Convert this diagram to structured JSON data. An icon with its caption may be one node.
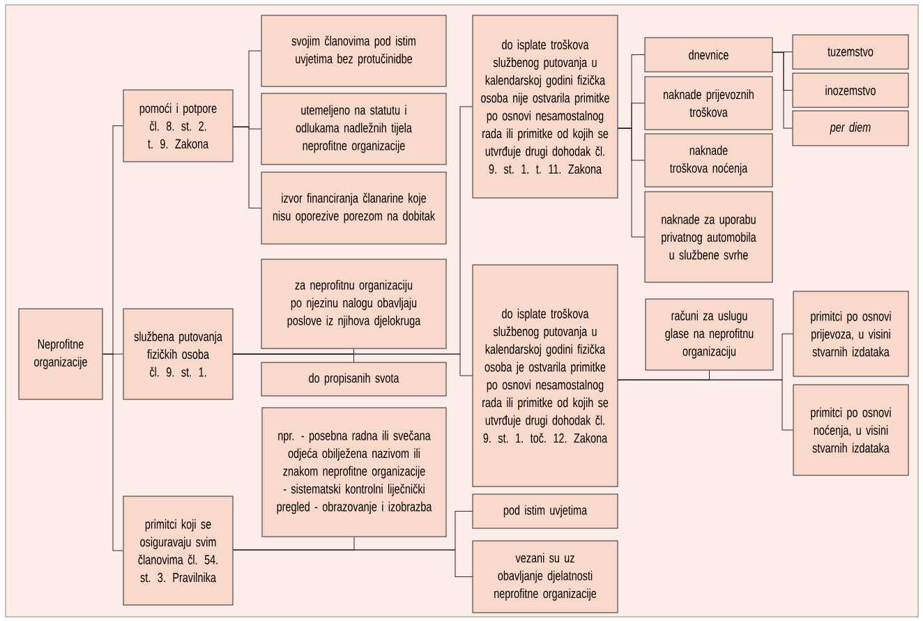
{
  "diagram": {
    "nodes": [
      {
        "text": [
          "Neprofitne organizacije"
        ]
      },
      {
        "text": [
          "pomoći i potpore čl. 8. st. 2. t. 9. Zakona"
        ]
      },
      {
        "text": [
          "službena putovanja fizičkih osoba čl. 9. st. 1."
        ]
      },
      {
        "text": [
          "primitci koji se osiguravaju svim članovima čl. 54. st. 3. Pravilnika"
        ]
      },
      {
        "text": [
          "svojim članovima pod istim uvjetima bez protučinidbe"
        ]
      },
      {
        "text": [
          "utemeljeno na statutu i odlukama nadležnih tijela neprofitne organizacije"
        ]
      },
      {
        "text": [
          "izvor financiranja članarine koje nisu oporezive porezom na dobitak"
        ]
      },
      {
        "text": [
          "za neprofitnu organizaciju po njezinu nalogu obavljaju poslove iz njihova djelokruga"
        ]
      },
      {
        "text": [
          "do propisanih svota"
        ]
      },
      {
        "text": [
          "npr. - posebna radna ili svečana odjeća obilježena nazivom ili znakom neprofitne organizacije - sistematski kontrolni liječnički pregled - obrazovanje i izobrazba"
        ]
      },
      {
        "text": [
          "do isplate troškova službenog putovanja u kalendarskoj godini fizička osoba nije ostvarila primitke po osnovi nesamostalnog rada ili primitke od kojih se utvrđuje drugi dohodak čl. 9. st. 1. t. 11. Zakona"
        ]
      },
      {
        "text": [
          "do isplate troškova službenog putovanja u kalendarskoj godini fizička osoba je ostvarila primitke po osnovi nesamostalnog rada ili primitke od kojih se utvrđuje drugi dohodak čl. 9. st. 1. toč. 12. Zakona"
        ]
      },
      {
        "text": [
          "pod istim uvjetima"
        ]
      },
      {
        "text": [
          "vezani su uz obavljanje djelatnosti neprofitne organizacije"
        ]
      },
      {
        "text": [
          "dnevnice"
        ]
      },
      {
        "text": [
          "naknade prijevoznih troškova"
        ]
      },
      {
        "text": [
          "naknade troškova noćenja"
        ]
      },
      {
        "text": [
          "naknade za uporabu privatnog automobila u službene svrhe"
        ]
      },
      {
        "text": [
          "tuzemstvo"
        ]
      },
      {
        "text": [
          "inozemstvo"
        ]
      },
      {
        "text": [
          "per diem"
        ]
      },
      {
        "text": [
          "računi za uslugu glase na neprofitnu organizaciju"
        ]
      },
      {
        "text": [
          "primitci po osnovi prijevoza, u visini stvarnih izdataka"
        ]
      },
      {
        "text": [
          "primitci po osnovi noćenja, u visini stvarnih izdataka"
        ]
      }
    ],
    "edges": [
      {
        "from": 0,
        "to": 1,
        "arrow": "none"
      },
      {
        "from": 0,
        "to": 2,
        "arrow": "none"
      },
      {
        "from": 0,
        "to": 3,
        "arrow": "none"
      },
      {
        "from": 1,
        "to": 4,
        "arrow": "none"
      },
      {
        "from": 1,
        "to": 5,
        "arrow": "none"
      },
      {
        "from": 1,
        "to": 6,
        "arrow": "none"
      },
      {
        "from": 2,
        "to": 7,
        "arrow": "none"
      },
      {
        "from": 2,
        "to": 8,
        "arrow": "none"
      },
      {
        "from": 2,
        "to": 10,
        "arrow": "none"
      },
      {
        "from": 2,
        "to": 11,
        "arrow": "none"
      },
      {
        "from": 10,
        "to": 14,
        "arrow": "none"
      },
      {
        "from": 10,
        "to": 15,
        "arrow": "none"
      },
      {
        "from": 10,
        "to": 16,
        "arrow": "none"
      },
      {
        "from": 10,
        "to": 17,
        "arrow": "none"
      },
      {
        "from": 14,
        "to": 18,
        "arrow": "none"
      },
      {
        "from": 14,
        "to": 19,
        "arrow": "none"
      },
      {
        "from": 14,
        "to": 20,
        "arrow": "none"
      },
      {
        "from": 11,
        "to": 21,
        "arrow": "none"
      },
      {
        "from": 11,
        "to": 22,
        "arrow": "none"
      },
      {
        "from": 11,
        "to": 23,
        "arrow": "none"
      },
      {
        "from": 3,
        "to": 9,
        "arrow": "none"
      },
      {
        "from": 3,
        "to": 12,
        "arrow": "none"
      },
      {
        "from": 3,
        "to": 13,
        "arrow": "none"
      }
    ]
  }
}
